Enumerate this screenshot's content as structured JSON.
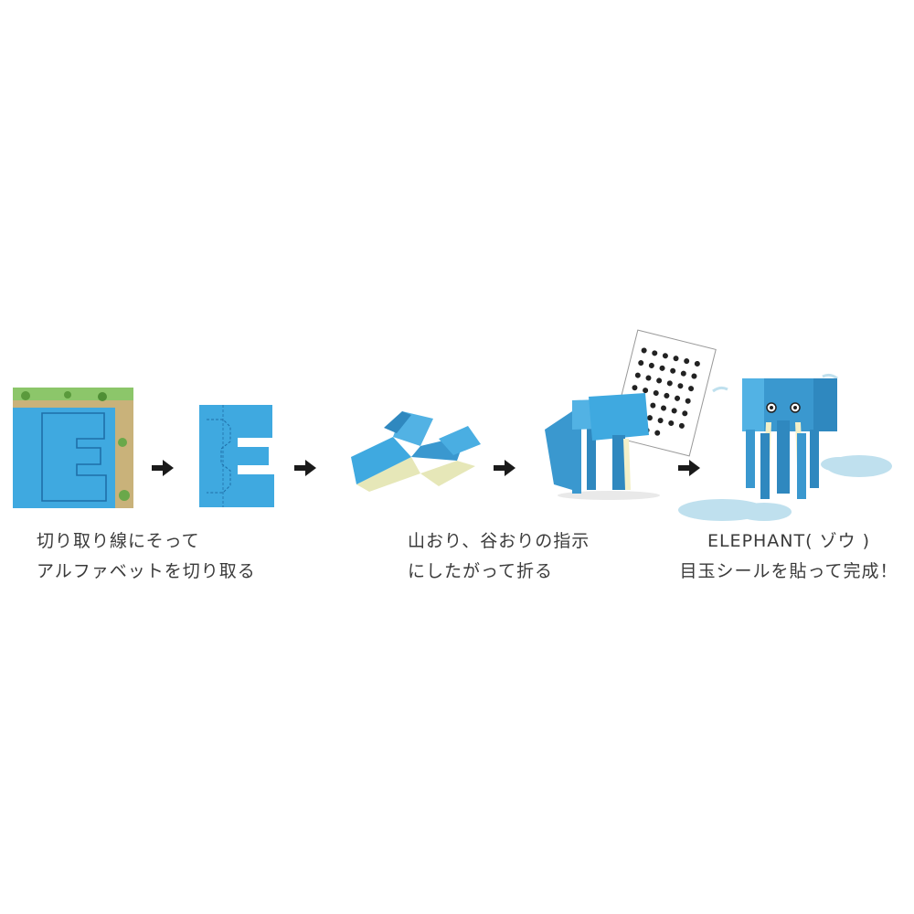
{
  "steps": [
    {
      "name": "cut-sheet",
      "icon": "sheet-with-letter-e-icon"
    },
    {
      "name": "cut-out-letter",
      "icon": "cut-letter-e-icon"
    },
    {
      "name": "folding",
      "icon": "folding-paper-icon"
    },
    {
      "name": "folded-elephant",
      "icon": "folded-elephant-with-sticker-sheet-icon"
    },
    {
      "name": "finished-elephant",
      "icon": "finished-elephant-icon"
    }
  ],
  "arrow_icon": "right-arrow-icon",
  "captions": {
    "step1": {
      "line1": "切り取り線にそって",
      "line2": "アルファベットを切り取る"
    },
    "step2": {
      "line1": "山おり、谷おりの指示",
      "line2": "にしたがって折る"
    },
    "step3": {
      "line1": "ELEPHANT( ゾウ )",
      "line2": "目玉シールを貼って完成！"
    }
  },
  "colors": {
    "paper_blue": "#3fa9e0",
    "elephant_blue": "#3a98cf",
    "cut_line": "#1f6fa8",
    "arrow": "#1a1a1a",
    "puddle": "#bfe0ee",
    "tusk_yellow": "#f3f0c8"
  }
}
